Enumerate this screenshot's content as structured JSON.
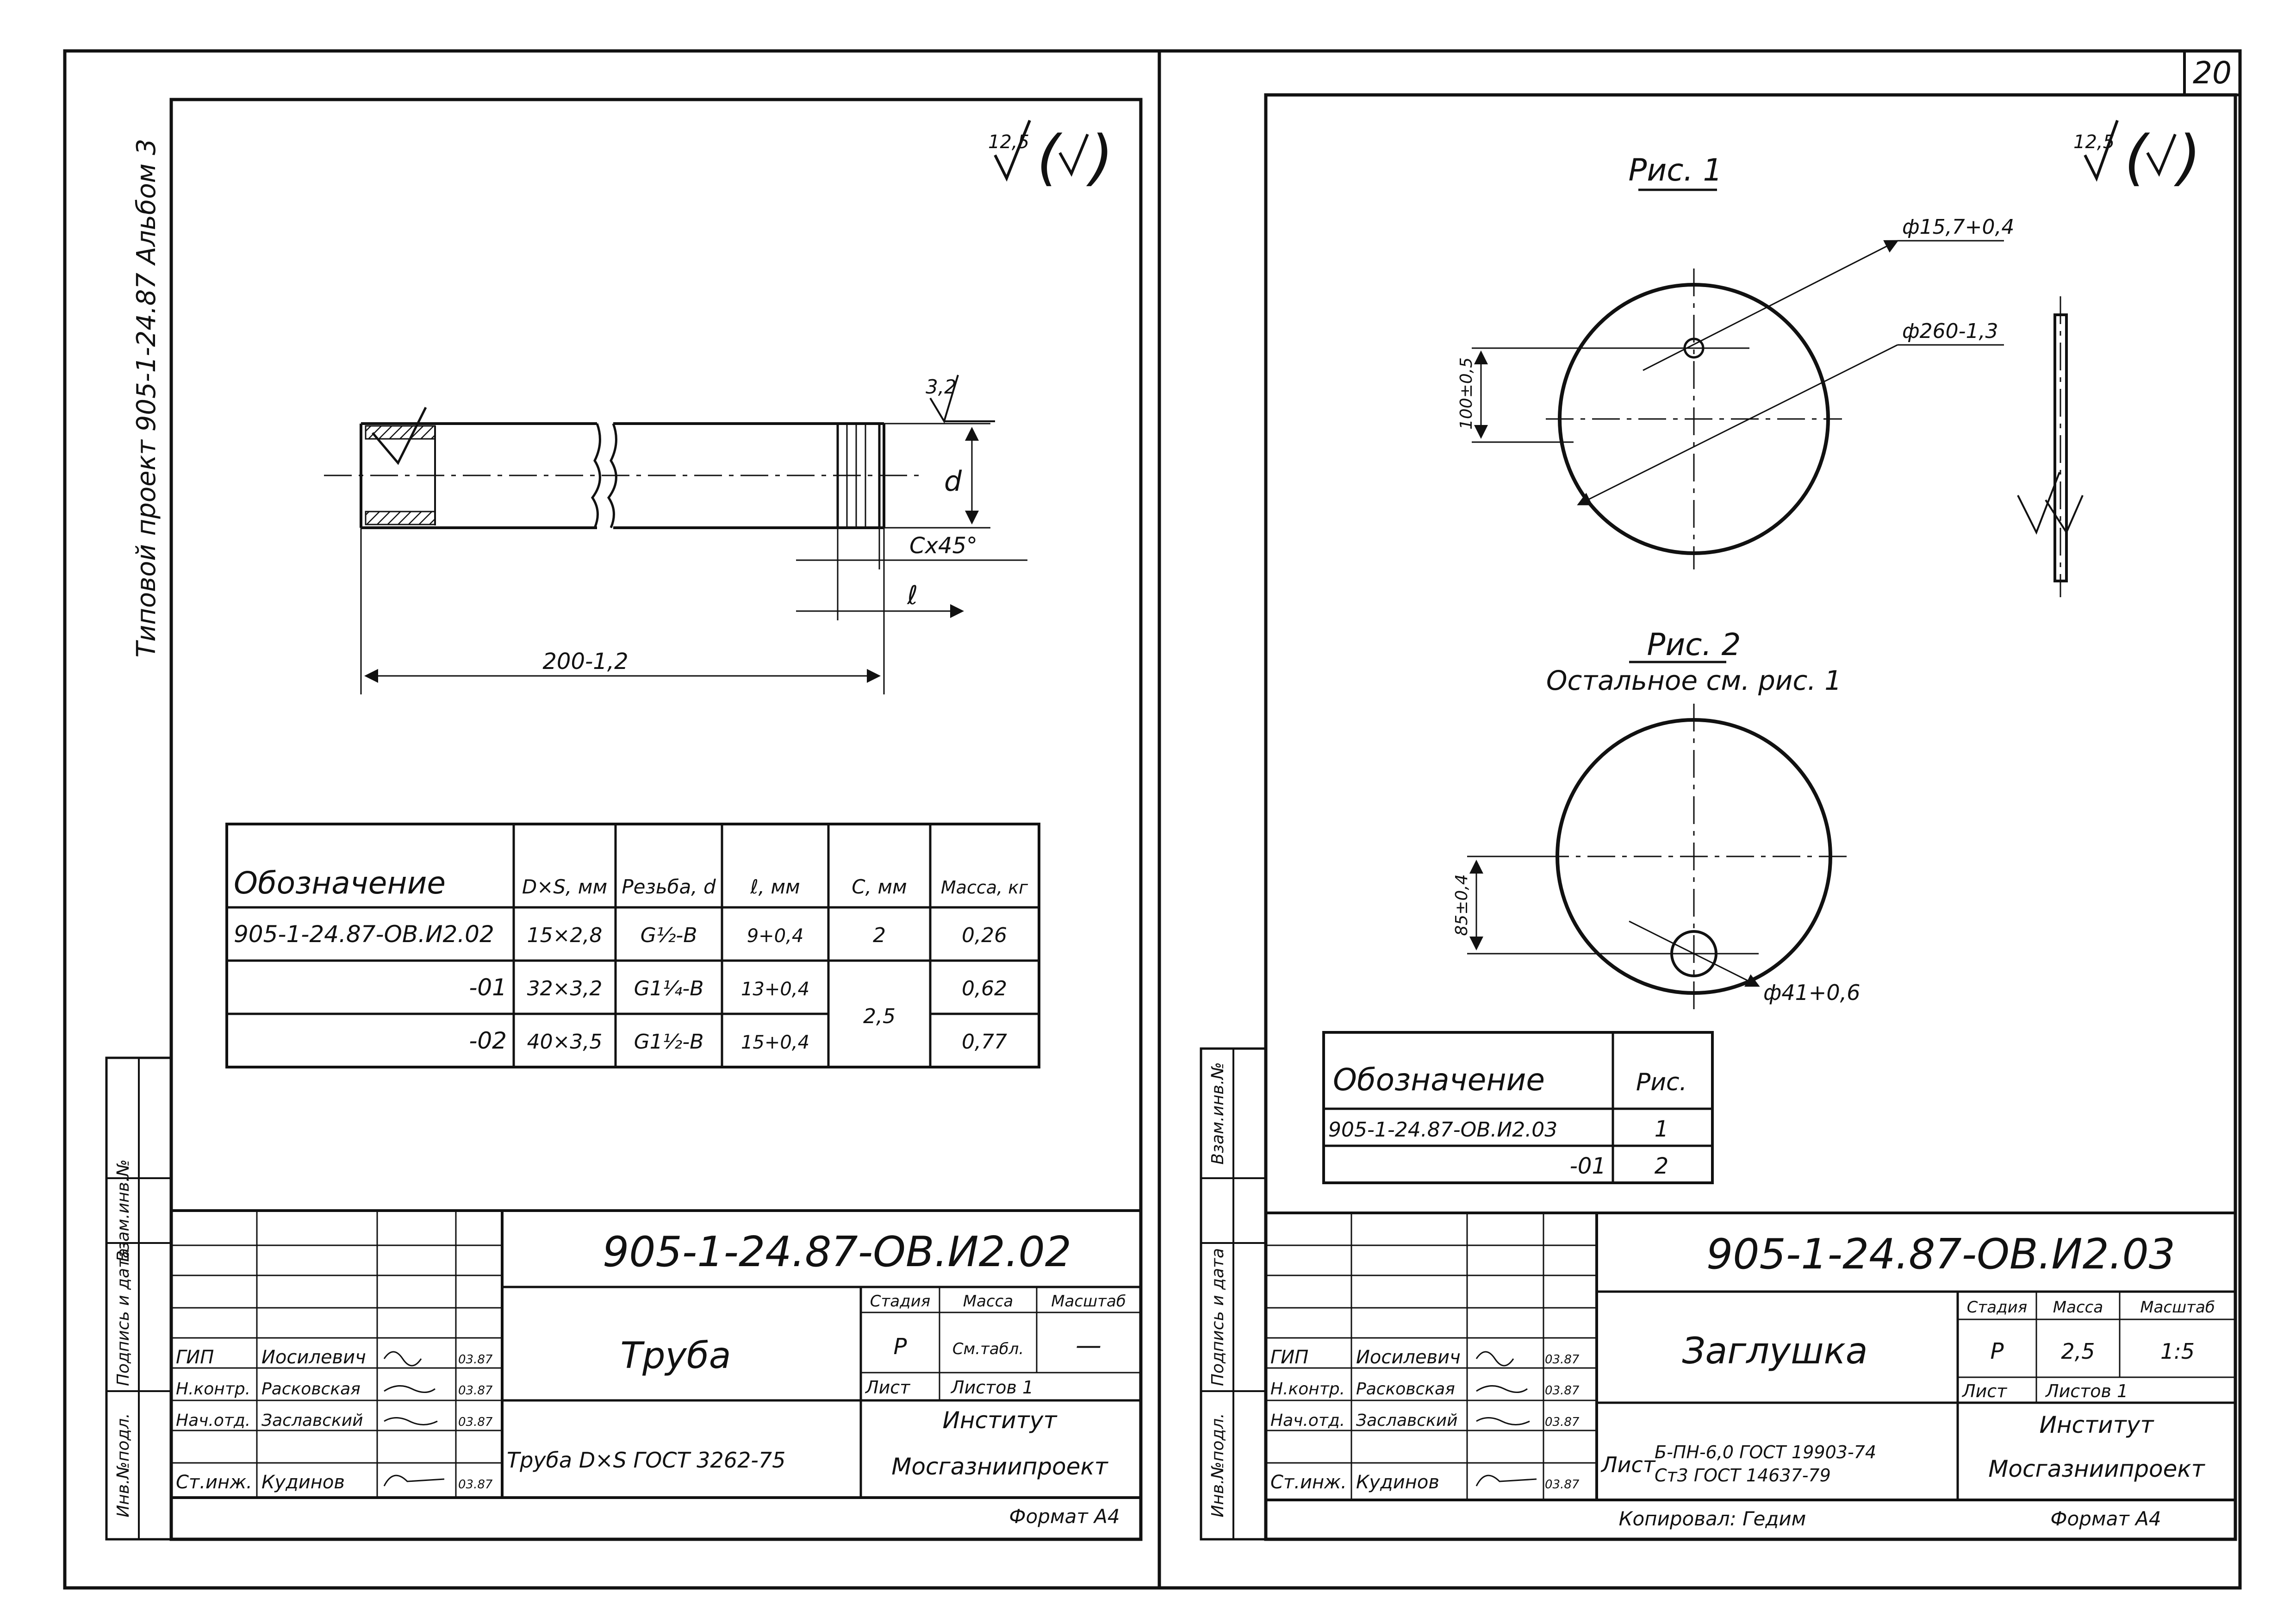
{
  "sheet_number": "20",
  "left": {
    "side_label": "Типовой проект 905-1-24.87 Альбом 3",
    "roughness_general": "12,5",
    "roughness_local": "3,2",
    "dim_d": "d",
    "dim_chamfer": "Сх45°",
    "dim_l": "ℓ",
    "dim_length": "200-1,2",
    "table": {
      "headers": [
        "Обозначение",
        "D×S, мм",
        "Резьба, d",
        "ℓ, мм",
        "С, мм",
        "Масса, кг"
      ],
      "rows": [
        [
          "905-1-24.87-ОВ.И2.02",
          "15×2,8",
          "G½-В",
          "9+0,4",
          "2",
          "0,26"
        ],
        [
          "-01",
          "32×3,2",
          "G1¼-В",
          "13+0,4",
          "2,5",
          "0,62"
        ],
        [
          "-02",
          "40×3,5",
          "G1½-В",
          "15+0,4",
          "",
          "0,77"
        ]
      ]
    },
    "side_stamp": [
      "Инв.№подл.",
      "Подпись и дата",
      "Взам.инв.№"
    ],
    "title_block": {
      "code": "905-1-24.87-ОВ.И2.02",
      "name": "Труба",
      "material": "Труба D×S ГОСТ 3262-75",
      "stage_label": "Стадия",
      "mass_label": "Масса",
      "scale_label": "Масштаб",
      "stage": "Р",
      "mass": "См.табл.",
      "scale": "—",
      "sheet_label": "Лист",
      "sheets_label": "Листов 1",
      "org_line1": "Институт",
      "org_line2": "Мосгазниипроект",
      "format": "Формат А4",
      "people": [
        [
          "ГИП",
          "Иосилевич",
          "03.87"
        ],
        [
          "Н.контр.",
          "Расковская",
          "03.87"
        ],
        [
          "Нач.отд.",
          "Заславский",
          "03.87"
        ],
        [
          "Ст.инж.",
          "Кудинов",
          "03.87"
        ]
      ]
    }
  },
  "right": {
    "fig1_label": "Рис. 1",
    "roughness_general": "12,5",
    "dim_hole": "ф15,7+0,4",
    "dim_diameter": "ф260-1,3",
    "dim_offset": "100±0,5",
    "fig2_label": "Рис. 2",
    "fig2_note": "Остальное см. рис. 1",
    "dim_offset2": "85±0,4",
    "dim_hole2": "ф41+0,6",
    "table": {
      "headers": [
        "Обозначение",
        "Рис."
      ],
      "rows": [
        [
          "905-1-24.87-ОВ.И2.03",
          "1"
        ],
        [
          "-01",
          "2"
        ]
      ]
    },
    "side_stamp": [
      "Инв.№подл.",
      "Подпись и дата",
      "Взам.инв.№"
    ],
    "title_block": {
      "code": "905-1-24.87-ОВ.И2.03",
      "name": "Заглушка",
      "material_prefix": "Лист",
      "material_line1": "Б-ПН-6,0 ГОСТ 19903-74",
      "material_line2": "Ст3 ГОСТ 14637-79",
      "stage_label": "Стадия",
      "mass_label": "Масса",
      "scale_label": "Масштаб",
      "stage": "Р",
      "mass": "2,5",
      "scale": "1:5",
      "sheet_label": "Лист",
      "sheets_label": "Листов 1",
      "org_line1": "Институт",
      "org_line2": "Мосгазниипроект",
      "copier": "Копировал: Гедим",
      "format": "Формат А4",
      "people": [
        [
          "ГИП",
          "Иосилевич",
          "03.87"
        ],
        [
          "Н.контр.",
          "Расковская",
          "03.87"
        ],
        [
          "Нач.отд.",
          "Заславский",
          "03.87"
        ],
        [
          "Ст.инж.",
          "Кудинов",
          "03.87"
        ]
      ]
    }
  }
}
